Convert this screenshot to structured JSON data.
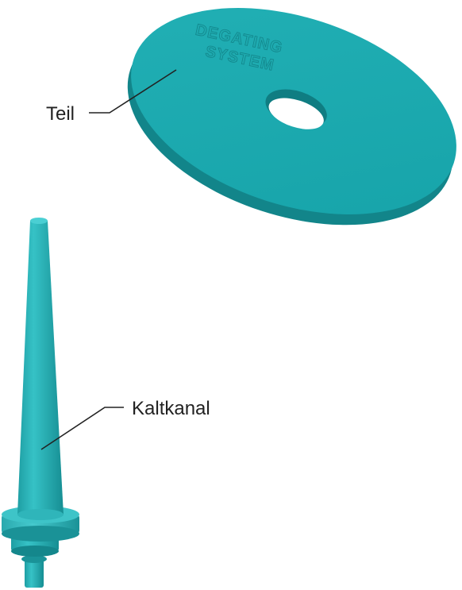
{
  "labels": {
    "part": "Teil",
    "sprue": "Kaltkanal"
  },
  "embossed_text": {
    "line1": "DEGATING",
    "line2": "SYSTEM"
  },
  "colors": {
    "part_top": "#1aa7ad",
    "part_side": "#12868b",
    "sprue_light": "#2bb8bd",
    "sprue_dark": "#138a8f",
    "leader_line": "#222222"
  }
}
